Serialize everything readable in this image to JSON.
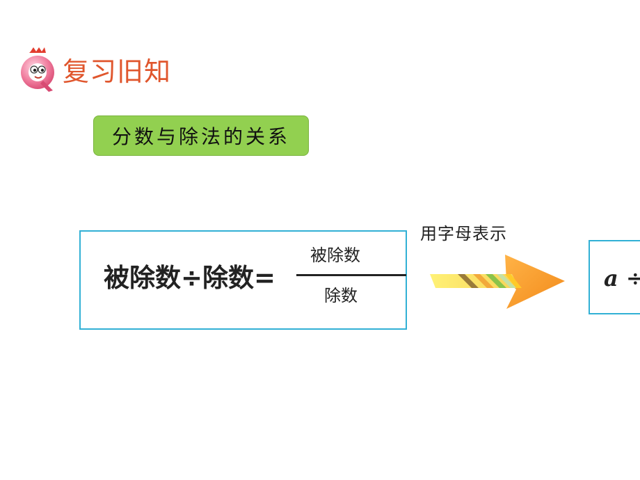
{
  "header": {
    "title": "复习旧知"
  },
  "topic": {
    "label": "分数与除法的关系"
  },
  "formula": {
    "left": "被除数÷除数=",
    "numerator": "被除数",
    "denominator": "除数"
  },
  "arrow": {
    "label": "用字母表示"
  },
  "letter_formula": {
    "text": "a ÷"
  },
  "colors": {
    "accent_title": "#e0562d",
    "badge_green": "#92d050",
    "box_border": "#31b0d5",
    "arrow_orange": "#f39a1e"
  }
}
